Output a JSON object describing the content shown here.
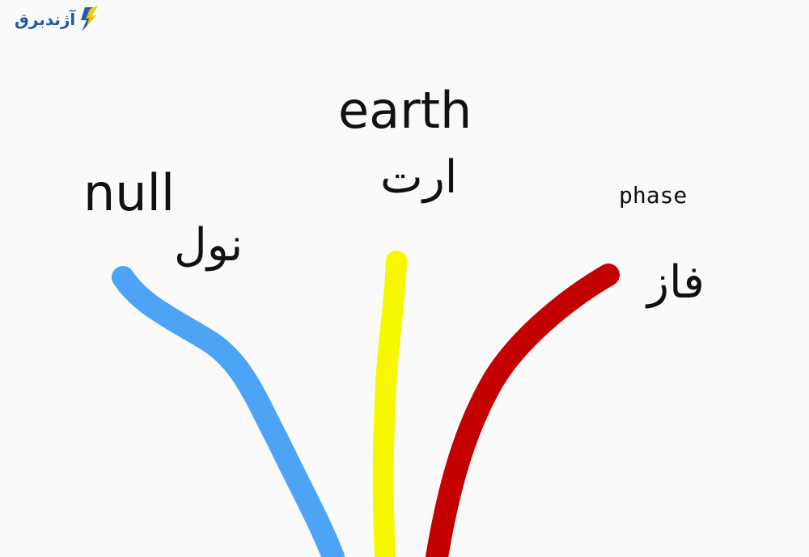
{
  "logo": {
    "text": "آژندبرق"
  },
  "colors": {
    "null_wire": "#4da3f5",
    "earth_wire": "#f7f700",
    "phase_wire": "#c40000",
    "logo": "#1f5aa6",
    "logo_accent": "#f5c400"
  },
  "labels": {
    "earth": "earth",
    "earth_fa": "ارت",
    "null": "null",
    "null_fa": "نول",
    "phase": "phase",
    "phase_fa": "فاز"
  }
}
